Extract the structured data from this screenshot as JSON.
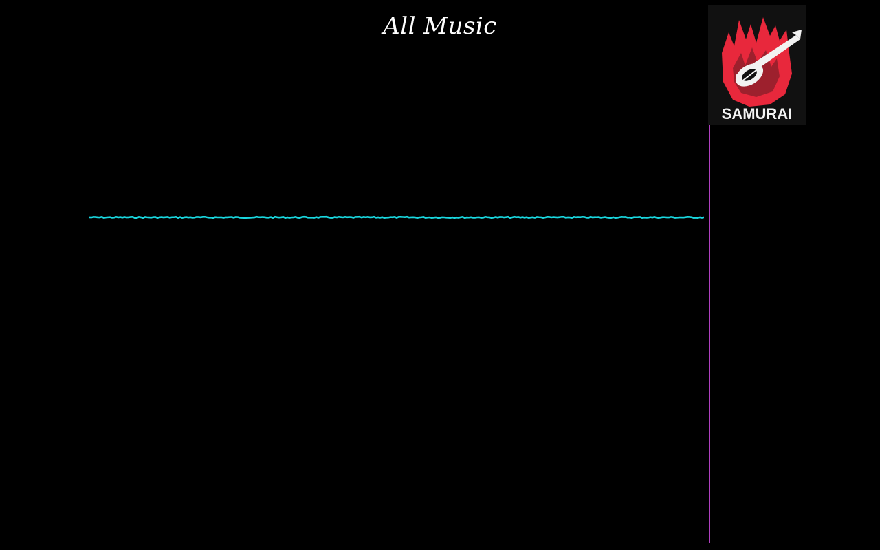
{
  "header": {
    "title": "All Music"
  },
  "album_art": {
    "brand_text": "SAMURAI",
    "icon": "flame-guitar-logo"
  },
  "visualizer": {
    "icon": "waveform-line"
  },
  "colors": {
    "background": "#000000",
    "title_text": "#ffffff",
    "waveform": "#19d8e0",
    "divider": "#b040c0",
    "logo_red": "#e8283c",
    "logo_white": "#f2f2f2"
  }
}
